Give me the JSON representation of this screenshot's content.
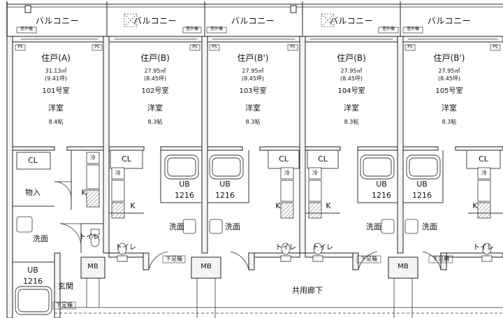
{
  "balconies": [
    "バルコニー",
    "バルコニー",
    "バルコニー",
    "バルコニー",
    "バルコニー"
  ],
  "units": [
    {
      "type": "住戸(A)",
      "area": "31.13㎡",
      "tsubo": "(9.41坪)",
      "room": "101号室",
      "yoshitsu": "洋室",
      "jo": "8.4帖"
    },
    {
      "type": "住戸(B)",
      "area": "27.95㎡",
      "tsubo": "(8.45坪)",
      "room": "102号室",
      "yoshitsu": "洋室",
      "jo": "8.3帖"
    },
    {
      "type": "住戸(B')",
      "area": "27.95㎡",
      "tsubo": "(8.45坪)",
      "room": "103号室",
      "yoshitsu": "洋室",
      "jo": "8.3帖"
    },
    {
      "type": "住戸(B)",
      "area": "27.95㎡",
      "tsubo": "(8.45坪)",
      "room": "104号室",
      "yoshitsu": "洋室",
      "jo": "8.3帖"
    },
    {
      "type": "住戸(B')",
      "area": "27.95㎡",
      "tsubo": "(8.45坪)",
      "room": "105号室",
      "yoshitsu": "洋室",
      "jo": "8.3帖"
    }
  ],
  "labels": {
    "ps": "PS",
    "cl": "CL",
    "storage": "物入",
    "washroom": "洗面",
    "toilet": "トイレ",
    "ub": "UB",
    "ub_size": "1216",
    "k": "K",
    "mb": "MB",
    "entrance": "玄関",
    "shoe_box": "下足箱",
    "corridor": "共用廊下",
    "outdoor_unit": "室外機",
    "refrigerator": "冷"
  }
}
